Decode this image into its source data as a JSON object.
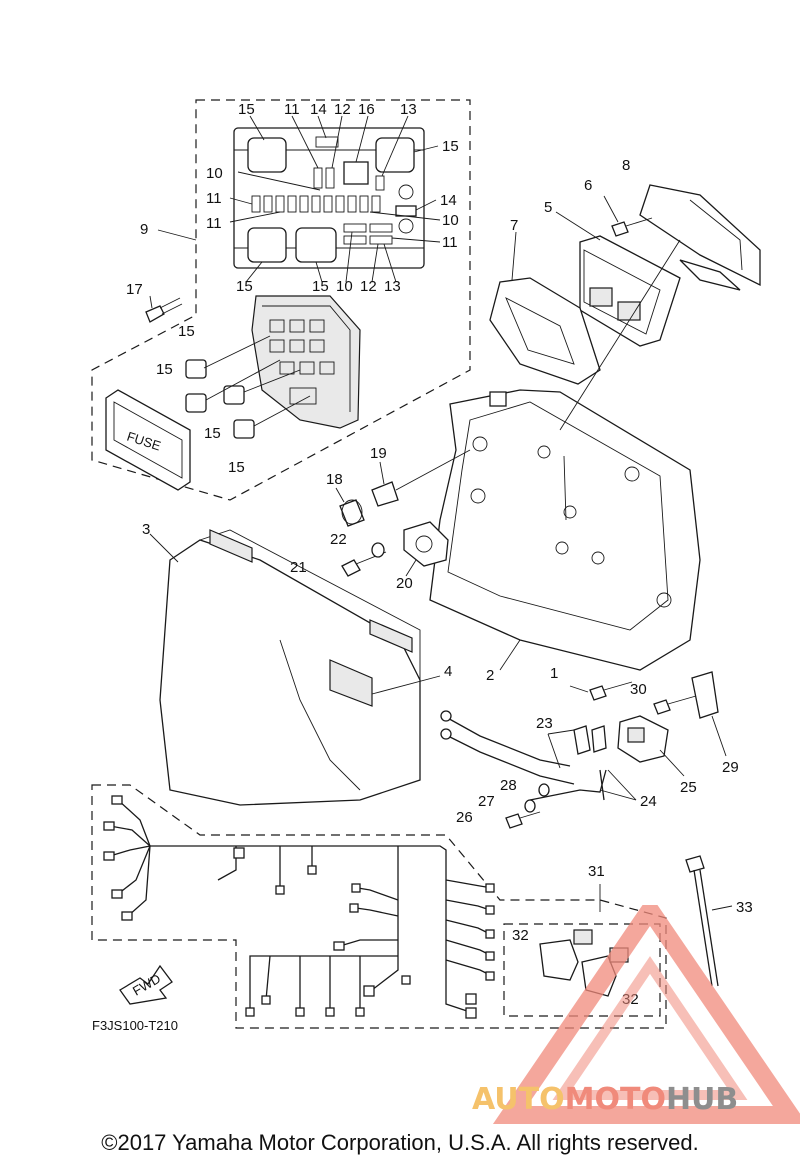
{
  "diagram": {
    "code": "F3JS100-T210",
    "fwd_label": "FWD",
    "fuse_label": "FUSE",
    "callouts": {
      "c1": "1",
      "c2": "2",
      "c3": "3",
      "c4": "4",
      "c5": "5",
      "c6": "6",
      "c7": "7",
      "c8": "8",
      "c9": "9",
      "c17": "17",
      "c18": "18",
      "c19": "19",
      "c20": "20",
      "c21": "21",
      "c22": "22",
      "c23": "23",
      "c24": "24",
      "c25": "25",
      "c26": "26",
      "c27": "27",
      "c28": "28",
      "c29": "29",
      "c30": "30",
      "c31": "31",
      "c32a": "32",
      "c32b": "32",
      "c33": "33"
    },
    "fusebox_callouts": {
      "t15a": "15",
      "t11a": "11",
      "t14a": "14",
      "t12a": "12",
      "t16": "16",
      "t13a": "13",
      "t15b": "15",
      "t10a": "10",
      "t11b": "11",
      "t14b": "14",
      "t11c": "11",
      "t10b": "10",
      "t11d": "11",
      "t15c": "15",
      "t15d": "15",
      "t10c": "10",
      "t12b": "12",
      "t13b": "13"
    },
    "relay_callouts": {
      "r15a": "15",
      "r15b": "15",
      "r15c": "15",
      "r15d": "15"
    }
  },
  "watermark": {
    "part1": "AUTO",
    "part2": "MOTO",
    "part3": "HUB",
    "colors": [
      "#f5c26b",
      "#f08a7b",
      "#8e8e8e"
    ]
  },
  "footer": {
    "copyright": "©2017 Yamaha Motor Corporation, U.S.A. All rights reserved."
  }
}
